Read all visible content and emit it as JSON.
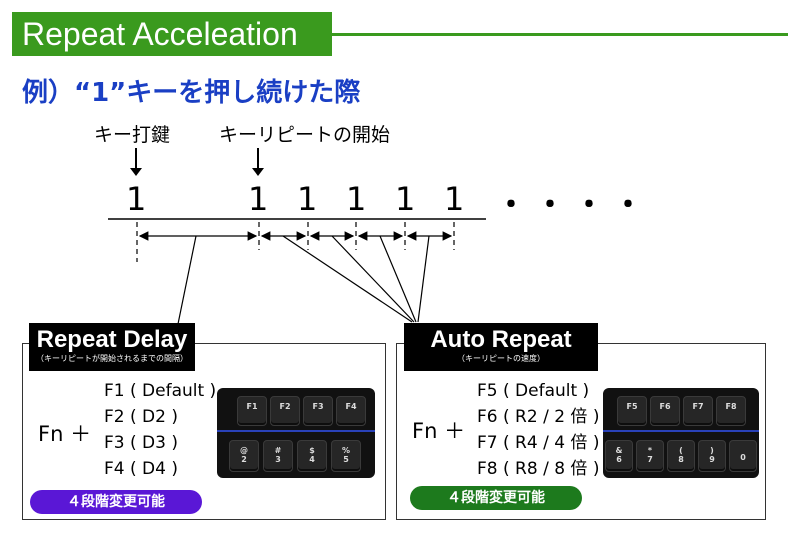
{
  "title": "Repeat Acceleation",
  "subtitle": "例）“1”キーを押し続けた際",
  "timeline": {
    "label_keypress": "キー打鍵",
    "label_repeat_start": "キーリピートの開始",
    "chars": [
      "1",
      "1",
      "1",
      "1",
      "1",
      "1"
    ],
    "ellipsis": "・・・・"
  },
  "repeat_delay": {
    "heading": "Repeat Delay",
    "sub": "（キーリピートが開始されるまでの間隔）",
    "fn": "Fn ＋",
    "keys": [
      "F1 ( Default )",
      "F2 ( D2 )",
      "F3 ( D3 )",
      "F4 ( D4 )"
    ],
    "badge": "４段階変更可能",
    "badge_color": "#5a17d6",
    "keyboard_top": [
      "F1",
      "F2",
      "F3",
      "F4"
    ],
    "keyboard_bottom": [
      "@\n2",
      "#\n3",
      "$\n4",
      "%\n5"
    ]
  },
  "auto_repeat": {
    "heading": "Auto Repeat",
    "sub": "（キーリピートの速度）",
    "fn": "Fn ＋",
    "keys": [
      "F5 ( Default )",
      "F6 ( R2 / 2 倍 )",
      "F7 ( R4 / 4 倍 )",
      "F8 ( R8 / 8 倍 )"
    ],
    "badge": "４段階変更可能",
    "badge_color": "#1d7a1d",
    "keyboard_top": [
      "F5",
      "F6",
      "F7",
      "F8"
    ],
    "keyboard_bottom": [
      "&\n6",
      "*\n7",
      "(\n8",
      ")\n9",
      "0"
    ]
  },
  "colors": {
    "title_green": "#3a9a1e",
    "subtitle_blue": "#1a3fc4"
  }
}
